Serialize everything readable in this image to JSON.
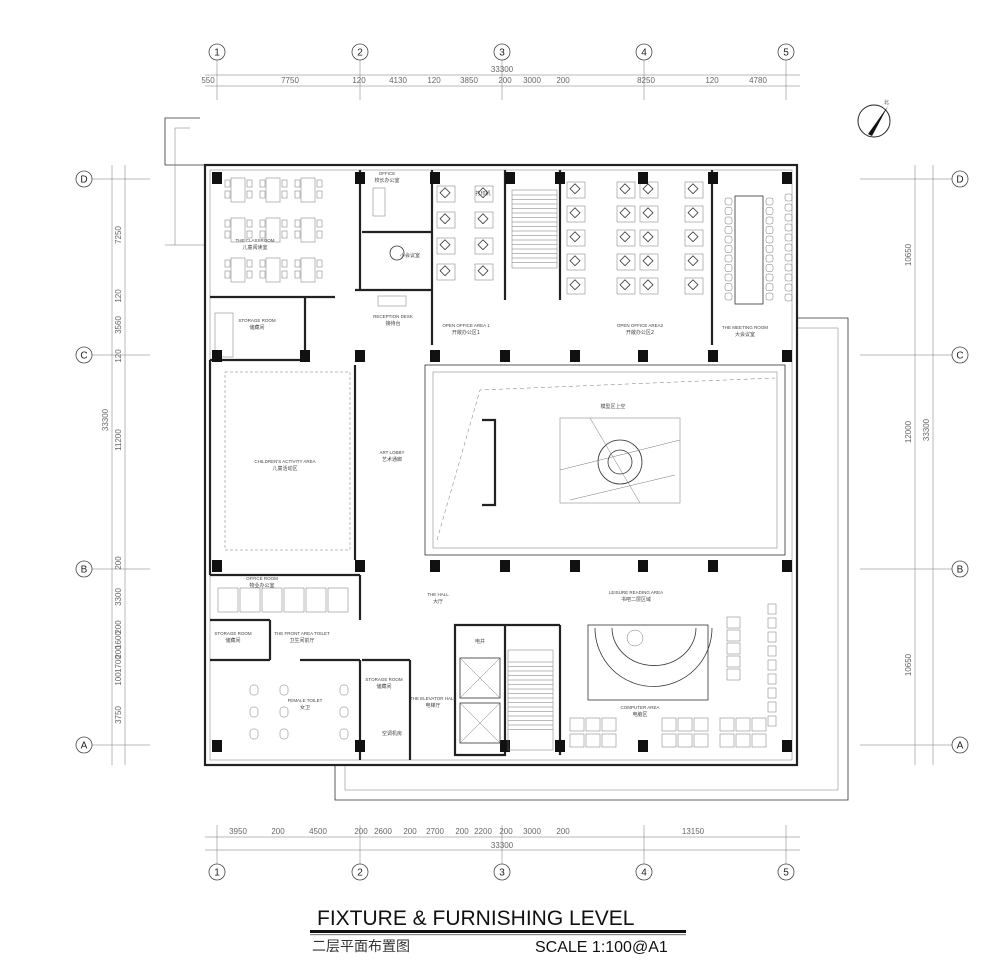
{
  "grid": {
    "columns": [
      "1",
      "2",
      "3",
      "4",
      "5"
    ],
    "rows": [
      "D",
      "C",
      "B",
      "A"
    ]
  },
  "dimensions": {
    "top_total": "33300",
    "top_segments": [
      "550",
      "7750",
      "120",
      "4130",
      "120",
      "3850",
      "200",
      "3000",
      "200",
      "8250",
      "120",
      "4780"
    ],
    "bottom_total": "33300",
    "bottom_segments": [
      "3950",
      "200",
      "4500",
      "200",
      "2600",
      "200",
      "2700",
      "200",
      "2200",
      "200",
      "3000",
      "200",
      "13150"
    ],
    "left_total": "33300",
    "left_segments": [
      "7250",
      "120",
      "3560",
      "120",
      "11200",
      "200",
      "3300",
      "200",
      "1600",
      "200",
      "1700",
      "100",
      "3750"
    ],
    "right_total": "33300",
    "right_segments": [
      "10650",
      "12000",
      "10650"
    ]
  },
  "rooms": {
    "classroom": [
      "THE CLASSROOM",
      "儿童阅读室"
    ],
    "office": [
      "OFFICE",
      "校长办公室"
    ],
    "small_meeting": [
      "小会议室"
    ],
    "printer": [
      "打印机"
    ],
    "reception": [
      "RECEPTION DESK",
      "接待台"
    ],
    "storage_top": [
      "STORAGE ROOM",
      "储藏间"
    ],
    "open_office_1": [
      "OPEN OFFICE AREA 1",
      "开敞办公区1"
    ],
    "open_office_2": [
      "OPEN OFFICE AREA2",
      "开敞办公区2"
    ],
    "meeting_room": [
      "THE MEETING ROOM",
      "大会议室"
    ],
    "children_activity": [
      "CHILDREN'S ACTIVITY AREA",
      "儿童活动区"
    ],
    "art_lobby": [
      "ART LOBBY",
      "艺术通廊"
    ],
    "void": [
      "模型区上空"
    ],
    "office_room": [
      "OFFICE ROOM",
      "物业办公室"
    ],
    "storage_mid": [
      "STORAGE ROOM",
      "储藏间"
    ],
    "toilet_front": [
      "THE FRONT AREA TOILET",
      "卫生间前厅"
    ],
    "female_toilet": [
      "FEMALE TOILET",
      "女卫"
    ],
    "storage_bottom": [
      "STORAGE ROOM",
      "储藏间"
    ],
    "elevator_hall": [
      "THE ELEVATOR HALL",
      "电梯厅"
    ],
    "hall": [
      "THE HALL",
      "大厅"
    ],
    "leisure_reading": [
      "LEISURE READING AREA",
      "书吧二层区域"
    ],
    "computer_area": [
      "COMPUTER AREA",
      "电脑区"
    ],
    "electric_shaft": [
      "电井"
    ],
    "ac_room": [
      "空调机房"
    ]
  },
  "north_label": "北",
  "title": {
    "main": "FIXTURE & FURNISHING LEVEL",
    "chinese": "二层平面布置图",
    "scale": "SCALE  1:100@A1"
  }
}
